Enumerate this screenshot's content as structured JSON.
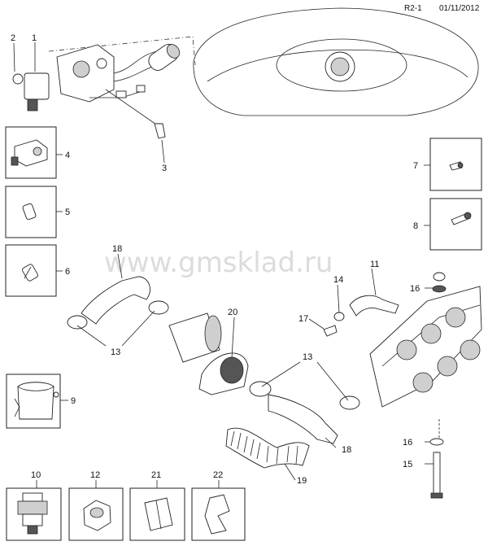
{
  "header": {
    "ref": "R2-1",
    "date": "01/11/2012"
  },
  "watermark": "www.gmsklad.ru",
  "callouts": {
    "c1": "1",
    "c2": "2",
    "c3": "3",
    "c4": "4",
    "c5": "5",
    "c6": "6",
    "c7": "7",
    "c8": "8",
    "c9": "9",
    "c10": "10",
    "c11": "11",
    "c12": "12",
    "c13a": "13",
    "c13b": "13",
    "c14": "14",
    "c15": "15",
    "c16a": "16",
    "c16b": "16",
    "c17": "17",
    "c18a": "18",
    "c18b": "18",
    "c19": "19",
    "c20": "20",
    "c21": "21",
    "c22": "22"
  }
}
